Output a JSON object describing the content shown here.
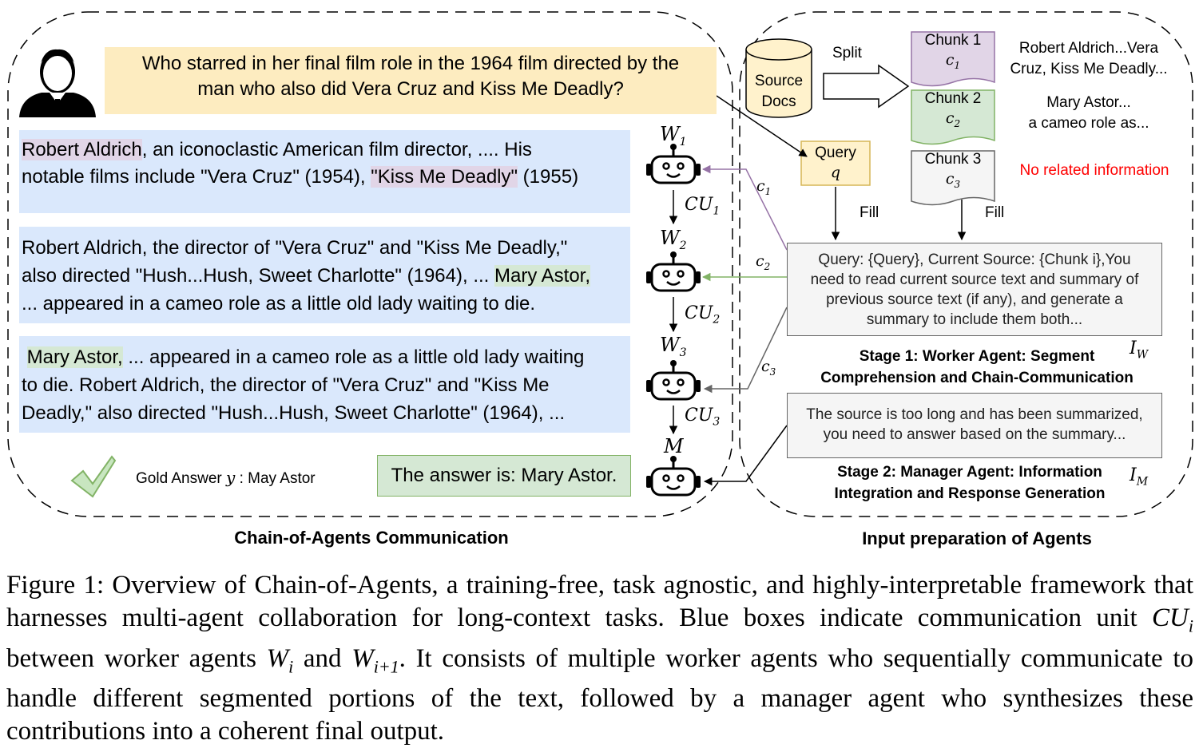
{
  "question": {
    "line1": "Who starred in her final film role in the 1964 film directed by the",
    "line2": "man who also did Vera Cruz and Kiss Me Deadly?"
  },
  "cu_boxes": [
    {
      "hl1": "Robert Aldrich",
      "t1": ", an iconoclastic American film director, .... His",
      "t2": "notable films include \"Vera Cruz\" (1954), ",
      "hl2": "\"Kiss Me Deadly\"",
      "t3": " (1955)"
    },
    {
      "t1": "Robert Aldrich, the director of \"Vera Cruz\" and \"Kiss Me Deadly,\"",
      "t2": "also directed \"Hush...Hush, Sweet Charlotte\" (1964), ... ",
      "hl": "Mary Astor,",
      "t3": "... appeared in a cameo role as a little old lady waiting to die."
    },
    {
      "hl": "Mary Astor,",
      "t1": " ... appeared in a cameo role as a little old lady waiting",
      "t2": "to die. Robert Aldrich, the director of \"Vera Cruz\" and \"Kiss Me",
      "t3": "Deadly,\" also directed \"Hush...Hush, Sweet Charlotte\" (1964), ..."
    }
  ],
  "agents": {
    "w1": "W",
    "w1_sub": "1",
    "w2": "W",
    "w2_sub": "2",
    "w3": "W",
    "w3_sub": "3",
    "m": "M",
    "cu1": "CU",
    "cu1_sub": "1",
    "cu2": "CU",
    "cu2_sub": "2",
    "cu3": "CU",
    "cu3_sub": "3"
  },
  "gold": {
    "prefix": "Gold Answer ",
    "var": "y",
    "suffix": " : May Astor"
  },
  "answer": "The answer is: Mary Astor.",
  "left_title": "Chain-of-Agents Communication",
  "right_title": "Input preparation of Agents",
  "source_docs": {
    "line1": "Source",
    "line2": "Docs"
  },
  "split_label": "Split",
  "chunks": [
    {
      "label": "Chunk 1",
      "sym": "c",
      "sub": "1",
      "desc1": "Robert Aldrich...Vera",
      "desc2": "Cruz, Kiss Me Deadly...",
      "fill": "#e1d5e7",
      "stroke": "#9673a6"
    },
    {
      "label": "Chunk 2",
      "sym": "c",
      "sub": "2",
      "desc1": "Mary Astor...",
      "desc2": "a cameo role as...",
      "fill": "#d5e8d4",
      "stroke": "#82b366"
    },
    {
      "label": "Chunk 3",
      "sym": "c",
      "sub": "3",
      "desc1": "No related information",
      "desc2": "",
      "fill": "#f5f5f5",
      "stroke": "#666666"
    }
  ],
  "query": {
    "label": "Query",
    "sym": "q"
  },
  "fill_label": "Fill",
  "edge_labels": {
    "c": "c",
    "c1": "1",
    "c2": "2",
    "c3": "3"
  },
  "worker_prompt": {
    "l1": "Query: {Query}, Current Source: {Chunk i},You",
    "l2": "need to read current source text and summary of",
    "l3": "previous source text (if any), and generate a",
    "l4": "summary to include them both..."
  },
  "stage1": {
    "l1": "Stage 1: Worker Agent: Segment",
    "l2": "Comprehension and Chain-Communication",
    "sym": "I",
    "sub": "W"
  },
  "manager_prompt": {
    "l1": "The source is too long and has been summarized,",
    "l2": "you need to answer based on the summary..."
  },
  "stage2": {
    "l1": "Stage 2: Manager Agent: Information",
    "l2": "Integration and Response Generation",
    "sym": "I",
    "sub": "M"
  },
  "caption": {
    "p1": "Figure 1: Overview of Chain-of-Agents, a training-free, task agnostic, and highly-interpretable framework that harnesses multi-agent collaboration for long-context tasks. Blue boxes indicate communication unit ",
    "cu": "CU",
    "cu_sub": "i",
    "p2": " between worker agents ",
    "w": "W",
    "w_sub": "i",
    "p3": " and ",
    "w2": "W",
    "w2_sub": "i+1",
    "p4": ". It consists of multiple worker agents who sequentially communicate to handle different segmented portions of the text, followed by a manager agent who synthesizes these contributions into a coherent final output."
  },
  "colors": {
    "question_bg": "#fdecc0",
    "cu_bg": "#dae8fc",
    "purple": "#9673a6",
    "green": "#82b366",
    "gray": "#666666",
    "red": "#ff0000",
    "query_bg": "#fff2cc",
    "query_border": "#d6b656"
  }
}
